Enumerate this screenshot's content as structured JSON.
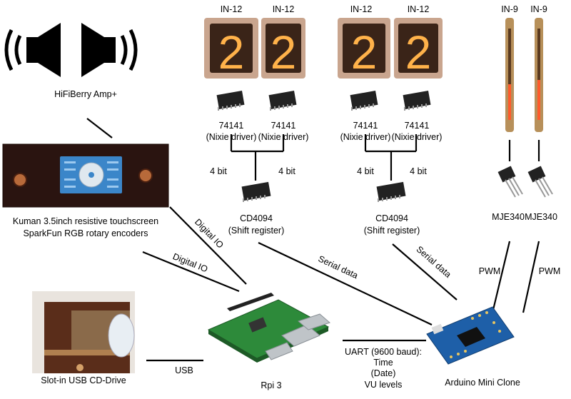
{
  "colors": {
    "line": "#000000",
    "nixie_glow": "#ffb24a",
    "nixie_tube_bg": "#c9a58e",
    "bargraph_glow": "#ff5a2a",
    "chip_body": "#222222",
    "screen_blue": "#3b86c9",
    "pcb_green": "#2d8a3a",
    "arduino_blue": "#1e5fa8",
    "cd_drive_wood": "#5a2d1a"
  },
  "components": {
    "speaker": {
      "label": "HiFiBerry Amp+",
      "icon": "speaker-icon"
    },
    "touchscreen": {
      "line1": "Kuman 3.5inch resistive touchscreen",
      "line2": "SparkFun RGB rotary encoders"
    },
    "cd_drive": {
      "label": "Slot-in USB CD-Drive"
    },
    "rpi": {
      "label": "Rpi 3"
    },
    "arduino": {
      "label": "Arduino Mini Clone"
    },
    "nixie_tubes": [
      {
        "label": "IN-12",
        "digit": "2"
      },
      {
        "label": "IN-12",
        "digit": "2"
      },
      {
        "label": "IN-12",
        "digit": "2"
      },
      {
        "label": "IN-12",
        "digit": "2"
      }
    ],
    "nixie_drivers": [
      {
        "line1": "74141",
        "line2": "(Nixie driver)"
      },
      {
        "line1": "74141",
        "line2": "(Nixie driver)"
      },
      {
        "line1": "74141",
        "line2": "(Nixie driver)"
      },
      {
        "line1": "74141",
        "line2": "(Nixie driver)"
      }
    ],
    "shift_registers": [
      {
        "line1": "CD4094",
        "line2": "(Shift register)"
      },
      {
        "line1": "CD4094",
        "line2": "(Shift register)"
      }
    ],
    "bargraphs": [
      {
        "label": "IN-9"
      },
      {
        "label": "IN-9"
      }
    ],
    "transistors": [
      {
        "label": "MJE340"
      },
      {
        "label": "MJE340"
      }
    ]
  },
  "connections": {
    "bit_labels": [
      "4 bit",
      "4 bit",
      "4 bit",
      "4 bit"
    ],
    "digital_io_1": "Digital IO",
    "digital_io_2": "Digital IO",
    "serial_data_1": "Serial data",
    "serial_data_2": "Serial data",
    "pwm_1": "PWM",
    "pwm_2": "PWM",
    "usb": "USB",
    "uart": {
      "line1": "UART (9600 baud):",
      "line2": "Time",
      "line3": "(Date)",
      "line4": "VU levels"
    }
  }
}
